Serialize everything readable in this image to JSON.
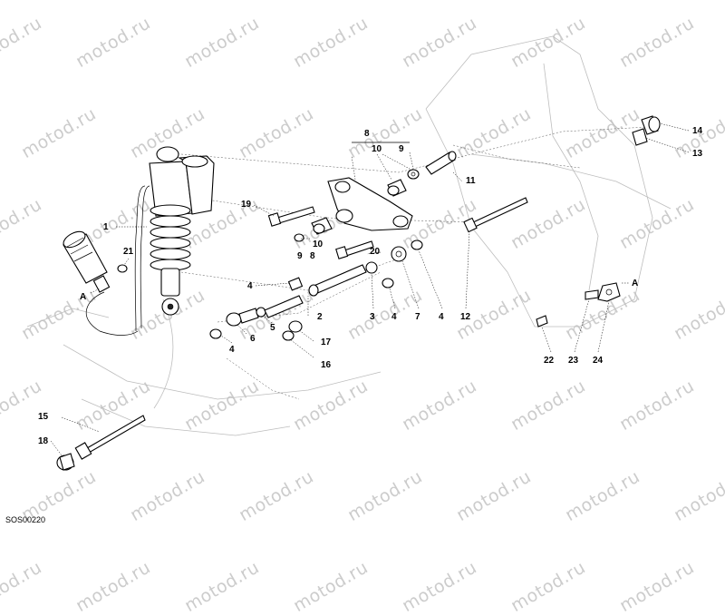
{
  "watermark": "motod.ru",
  "diagram_code": "SOS00220",
  "callouts": {
    "c1": "1",
    "c2": "2",
    "c3": "3",
    "c4a": "4",
    "c4b": "4",
    "c4c": "4",
    "c4d": "4",
    "c5": "5",
    "c6": "6",
    "c7": "7",
    "c8": "8",
    "c8b": "8",
    "c9a": "9",
    "c9b": "9",
    "c10a": "10",
    "c10b": "10",
    "c11": "11",
    "c12": "12",
    "c13": "13",
    "c14": "14",
    "c15": "15",
    "c16": "16",
    "c17": "17",
    "c18": "18",
    "c19": "19",
    "c20": "20",
    "c21": "21",
    "c22": "22",
    "c23": "23",
    "c24": "24",
    "cA1": "A",
    "cA2": "A"
  }
}
